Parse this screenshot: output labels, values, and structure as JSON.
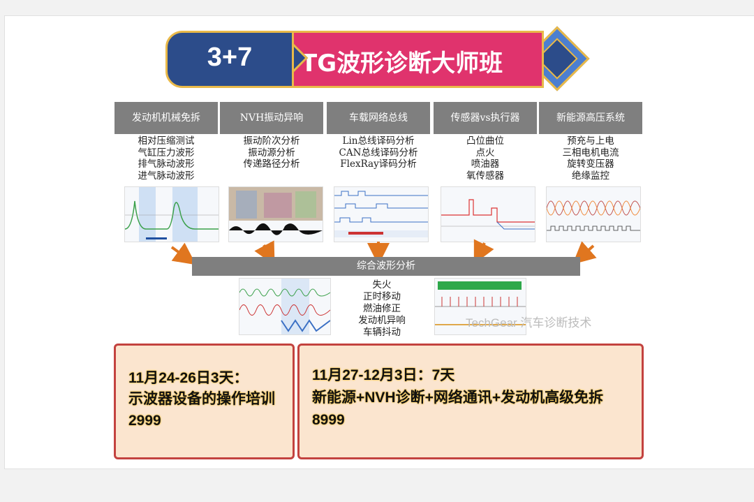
{
  "banner": {
    "left": "3+7",
    "right": "TG波形诊断大师班"
  },
  "diagram": {
    "columns": [
      {
        "header": "发动机机械免拆",
        "items": [
          "相对压缩测试",
          "气缸压力波形",
          "排气脉动波形",
          "进气脉动波形"
        ]
      },
      {
        "header": "NVH振动异响",
        "items": [
          "振动阶次分析",
          "振动源分析",
          "传递路径分析"
        ]
      },
      {
        "header": "车载网络总线",
        "items": [
          "Lin总线译码分析",
          "CAN总线译码分析",
          "FlexRay译码分析"
        ]
      },
      {
        "header": "传感器vs执行器",
        "items": [
          "凸位曲位",
          "点火",
          "喷油器",
          "氧传感器"
        ]
      },
      {
        "header": "新能源高压系统",
        "items": [
          "预充与上电",
          "三相电机电流",
          "旋转变压器",
          "绝缘监控"
        ]
      }
    ],
    "bar_label": "综合波形分析",
    "outcomes": [
      "失火",
      "正时移动",
      "燃油修正",
      "发动机异响",
      "车辆抖动"
    ],
    "watermark": "TechGear 汽车诊断技术"
  },
  "offers": [
    {
      "line1": "11月24-26日3天：",
      "line2": "示波器设备的操作培训",
      "price": "2999"
    },
    {
      "line1": "11月27-12月3日：7天",
      "line2": "新能源+NVH诊断+网络通讯+发动机高级免拆",
      "price": "8999"
    }
  ],
  "colors": {
    "banner_blue": "#2c4c8a",
    "banner_pink": "#e0336d",
    "gold": "#e9b949",
    "box_fill": "#fbe5cf",
    "box_border": "#c3423f",
    "arrow": "#e0761f"
  }
}
